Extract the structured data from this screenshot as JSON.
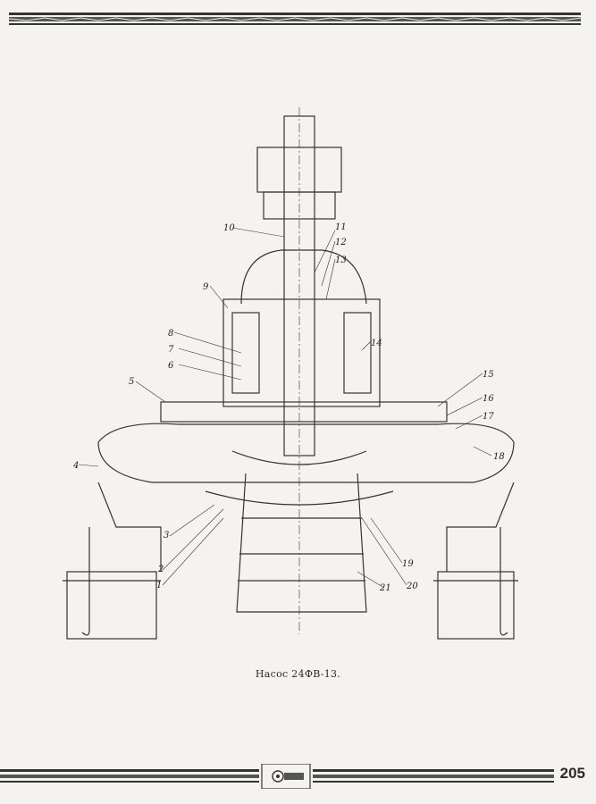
{
  "drawing": {
    "callouts": [
      "1",
      "2",
      "3",
      "4",
      "5",
      "6",
      "7",
      "8",
      "9",
      "10",
      "11",
      "12",
      "13",
      "14",
      "15",
      "16",
      "17",
      "18",
      "19",
      "20",
      "21"
    ]
  },
  "caption": "Насос 24ФВ-13.",
  "page_number": "205",
  "colors": {
    "ink": "#2a2a2a",
    "paper": "#f4f3ef"
  }
}
